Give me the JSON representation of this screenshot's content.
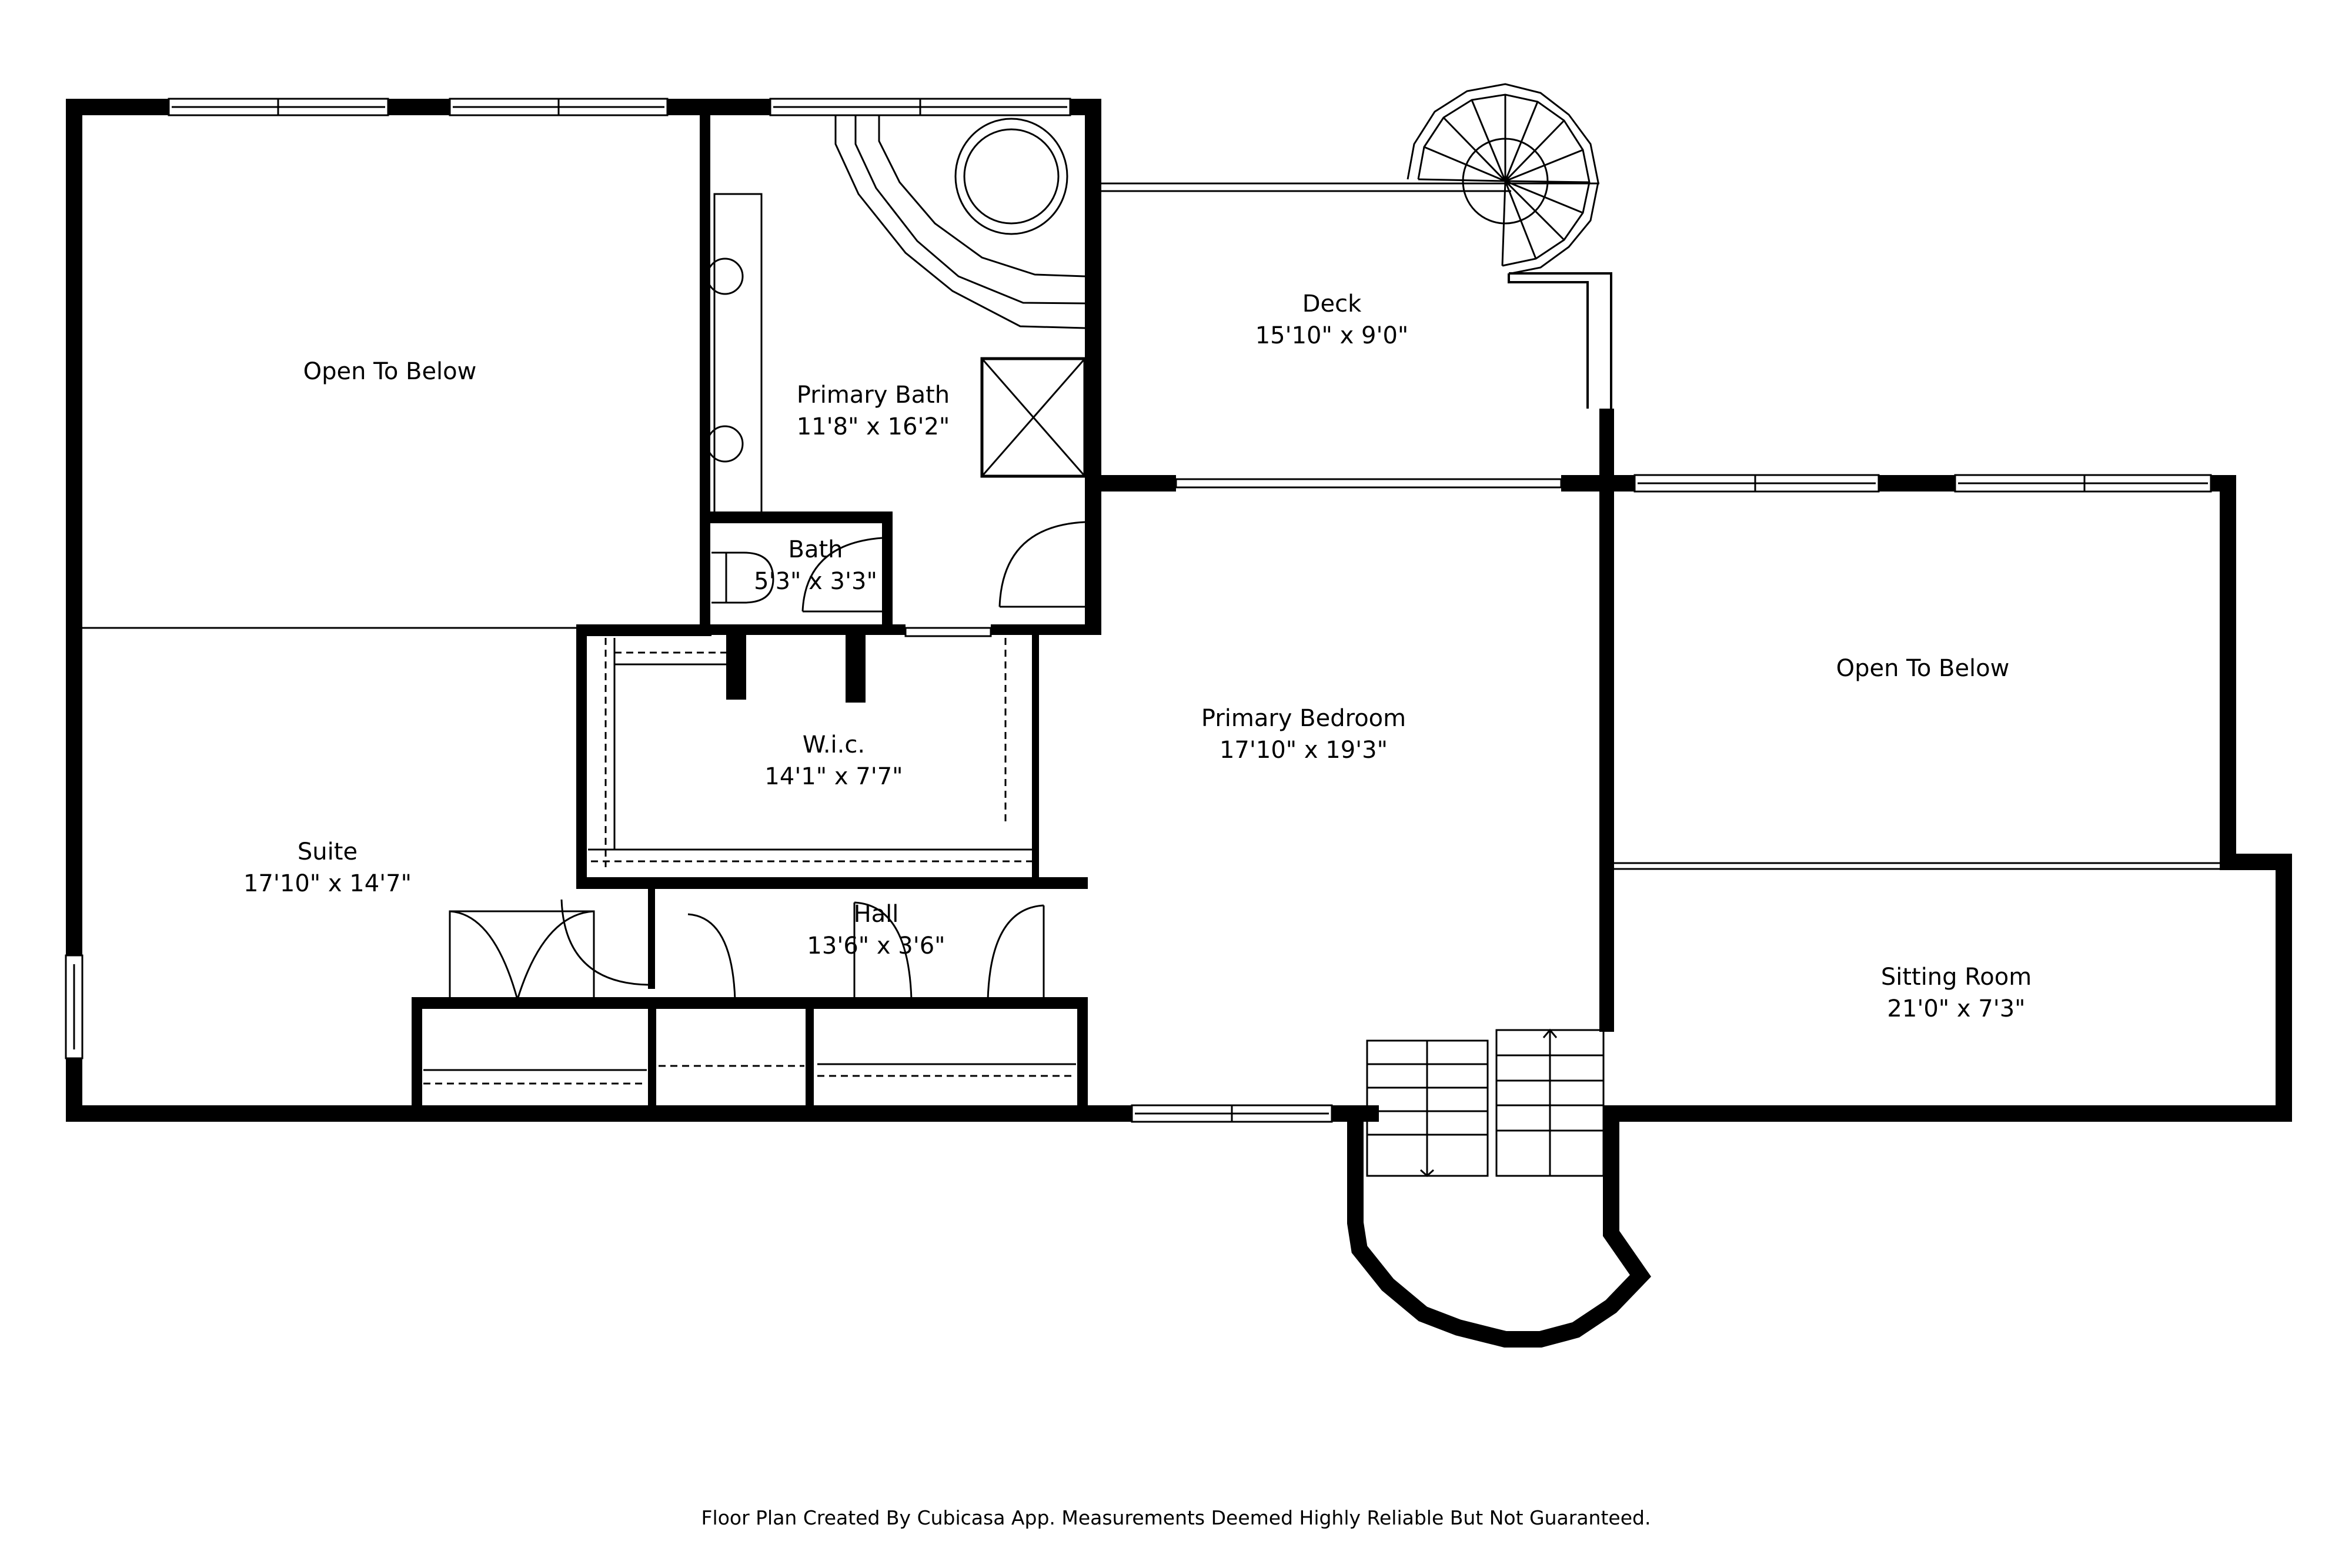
{
  "floor_plan": {
    "rooms": [
      {
        "id": "open-to-below-left",
        "name": "Open To Below",
        "dimensions": ""
      },
      {
        "id": "primary-bath",
        "name": "Primary Bath",
        "dimensions": "11'8\" x 16'2\""
      },
      {
        "id": "deck",
        "name": "Deck",
        "dimensions": "15'10\" x 9'0\""
      },
      {
        "id": "bath",
        "name": "Bath",
        "dimensions": "5'3\" x 3'3\""
      },
      {
        "id": "wic",
        "name": "W.i.c.",
        "dimensions": "14'1\" x 7'7\""
      },
      {
        "id": "primary-bedroom",
        "name": "Primary Bedroom",
        "dimensions": "17'10\" x 19'3\""
      },
      {
        "id": "open-to-below-right",
        "name": "Open To Below",
        "dimensions": ""
      },
      {
        "id": "suite",
        "name": "Suite",
        "dimensions": "17'10\" x 14'7\""
      },
      {
        "id": "hall",
        "name": "Hall",
        "dimensions": "13'6\" x 3'6\""
      },
      {
        "id": "sitting-room",
        "name": "Sitting Room",
        "dimensions": "21'0\" x 7'3\""
      }
    ],
    "fixtures": [
      "spiral-staircase",
      "straight-staircase",
      "corner-bathtub",
      "shower",
      "double-vanity-sinks",
      "toilet"
    ],
    "colors": {
      "wall": "#000000",
      "background": "#ffffff"
    }
  },
  "footer": {
    "disclaimer": "Floor Plan Created By Cubicasa App. Measurements Deemed Highly Reliable But Not Guaranteed."
  }
}
